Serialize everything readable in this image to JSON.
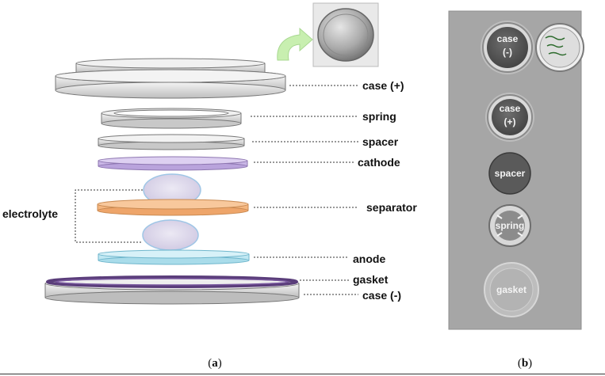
{
  "panel_a": {
    "labels": {
      "case_pos": "case (+)",
      "spring": "spring",
      "spacer": "spacer",
      "cathode": "cathode",
      "separator": "separator",
      "electrolyte": "electrolyte",
      "anode": "anode",
      "gasket": "gasket",
      "case_neg": "case (-)"
    },
    "caption_open": "(",
    "caption_letter": "a",
    "caption_close": ")"
  },
  "panel_b": {
    "photo_labels": {
      "case_neg_line1": "case",
      "case_neg_line2": "(-)",
      "case_pos_line1": "case",
      "case_pos_line2": "(+)",
      "spacer": "spacer",
      "spring": "spring",
      "gasket": "gasket"
    },
    "caption_open": "(",
    "caption_letter": "b",
    "caption_close": ")"
  },
  "colors": {
    "case_metal": "#d9d9d9",
    "cathode": "#c9b6e6",
    "separator": "#f4b67f",
    "anode": "#bfe7f2",
    "electrolyte_drop": "#d8d3e8",
    "gasket_rim": "#5a3d7a",
    "arrow": "#c8efb0",
    "photo_background": "#a6a6a6"
  }
}
